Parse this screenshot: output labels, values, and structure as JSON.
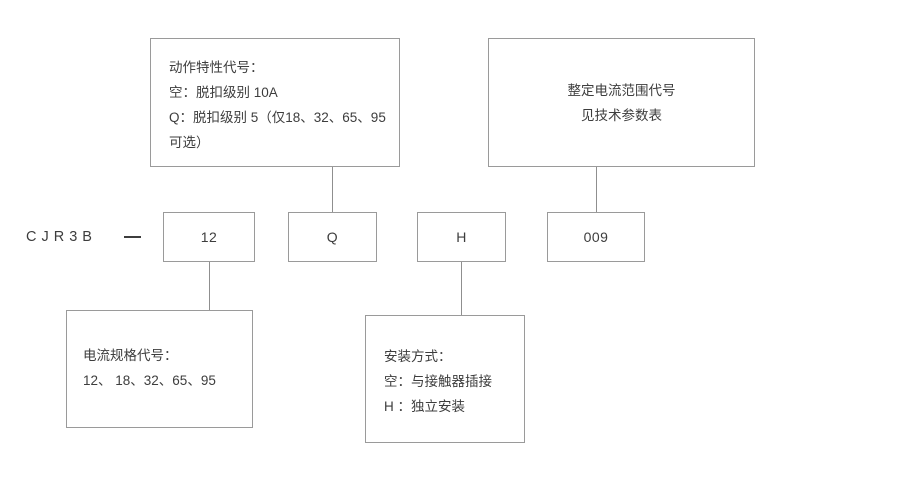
{
  "diagram": {
    "title_code": {
      "prefix": "CJR3B",
      "separator": "–"
    },
    "code_boxes": [
      {
        "name": "current-rating-code",
        "value": "12"
      },
      {
        "name": "trip-class-code",
        "value": "Q"
      },
      {
        "name": "mounting-type-code",
        "value": "H"
      },
      {
        "name": "current-range-code",
        "value": "009"
      }
    ],
    "callouts": {
      "trip_characteristic": {
        "lines": [
          "动作特性代号：",
          "空：脱扣级别 10A",
          "Q：脱扣级别 5（仅18、32、65、95",
          "可选）"
        ]
      },
      "current_range": {
        "lines": [
          "整定电流范围代号",
          "见技术参数表"
        ]
      },
      "current_rating": {
        "lines": [
          "电流规格代号：",
          "12、 18、32、65、95"
        ]
      },
      "mounting_method": {
        "lines": [
          "安装方式：",
          "空：与接触器插接",
          "H ：独立安装"
        ]
      }
    }
  }
}
